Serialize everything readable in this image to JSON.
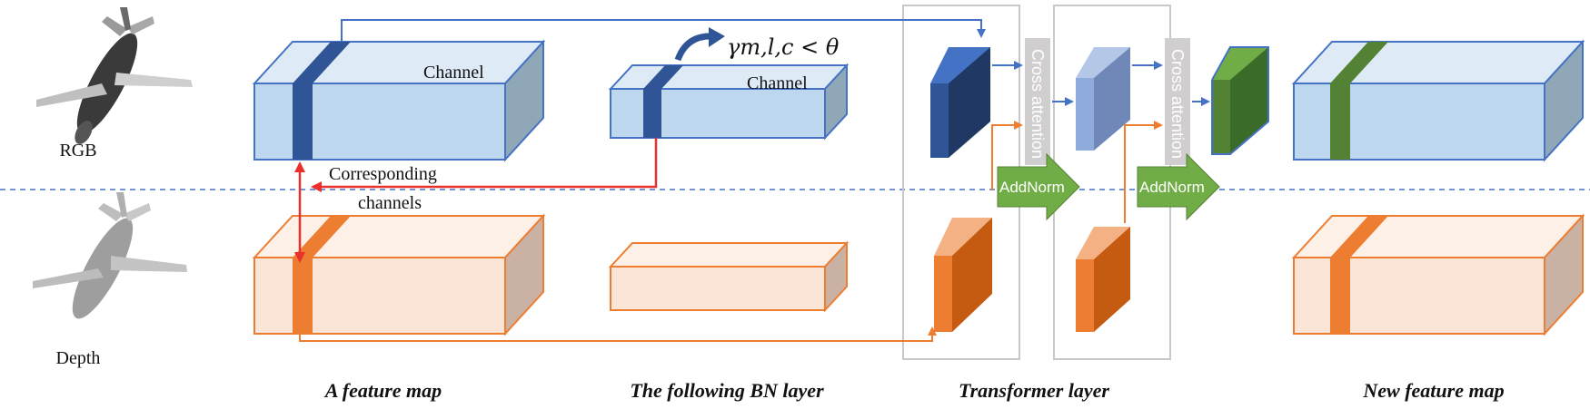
{
  "rows": {
    "rgb_label": "RGB",
    "depth_label": "Depth"
  },
  "labels": {
    "channel_1": "Channel",
    "channel_2": "Channel",
    "corresponding_1": "Corresponding",
    "corresponding_2": "channels",
    "threshold": "γm,l,c < θ",
    "cross_attention_1": "Cross attention",
    "cross_attention_2": "Cross attention",
    "addnorm_1": "AddNorm",
    "addnorm_2": "AddNorm"
  },
  "captions": {
    "feature_map": "A feature map",
    "bn_layer": "The following BN layer",
    "transformer": "Transformer layer",
    "new_feature_map": "New feature map"
  },
  "colors": {
    "rgb_face": "#bdd7ee",
    "rgb_edge": "#4472c4",
    "rgb_channel": "#2f5597",
    "depth_face": "#fbe5d6",
    "depth_edge": "#ed7d31",
    "depth_channel": "#ed7d31",
    "green": "#70ad47",
    "dark_green": "#548235",
    "red": "#e8312d",
    "grey": "#d0cece"
  }
}
